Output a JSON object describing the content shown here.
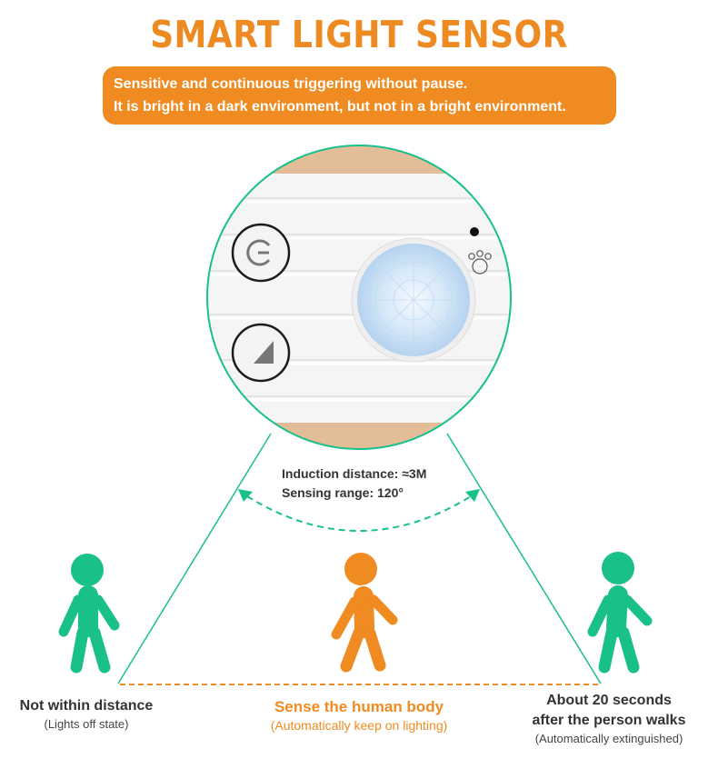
{
  "title": "SMART LIGHT SENSOR",
  "banner": {
    "line1": "Sensitive and continuous triggering without pause.",
    "line2": "It is bright in a dark environment, but not in a bright environment."
  },
  "sensor_info": {
    "distance": "Induction distance: ≈3M",
    "range": "Sensing range: 120°"
  },
  "states": [
    {
      "label": "Not within distance",
      "sub": "(Lights off state)",
      "color": "#19c08a"
    },
    {
      "label": "Sense the human body",
      "sub": "(Automatically keep on lighting)",
      "color": "#ef8b21"
    },
    {
      "label_line1": "About 20 seconds",
      "label_line2": "after the person walks",
      "sub": "(Automatically extinguished)",
      "color": "#19c08a"
    }
  ],
  "colors": {
    "accent": "#ef8b21",
    "green": "#19c08a",
    "wood": "#e3bd98"
  },
  "icons": [
    "power-button-icon",
    "triangle-mode-icon",
    "pir-sensor-icon",
    "paw-icon",
    "indicator-dot-icon",
    "person-icon"
  ]
}
